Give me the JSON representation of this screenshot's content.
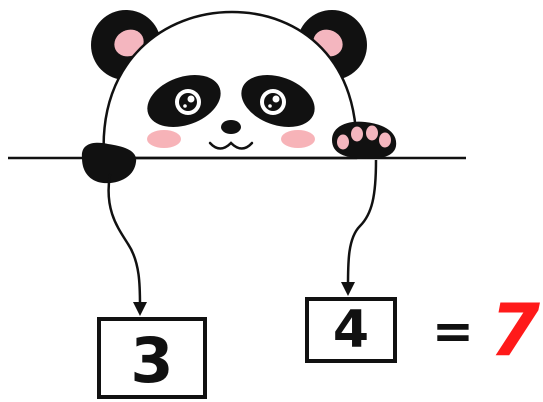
{
  "equation": {
    "left_value": "3",
    "right_value": "4",
    "equals": "=",
    "result": "7"
  },
  "colors": {
    "result": "#ff1a1a",
    "ink": "#111111",
    "blush": "#f7b3b8",
    "ear_inner": "#f4b6bf"
  },
  "icons": {
    "character": "panda-icon",
    "left_arrow": "arrow-down-icon",
    "right_arrow": "arrow-down-icon"
  }
}
